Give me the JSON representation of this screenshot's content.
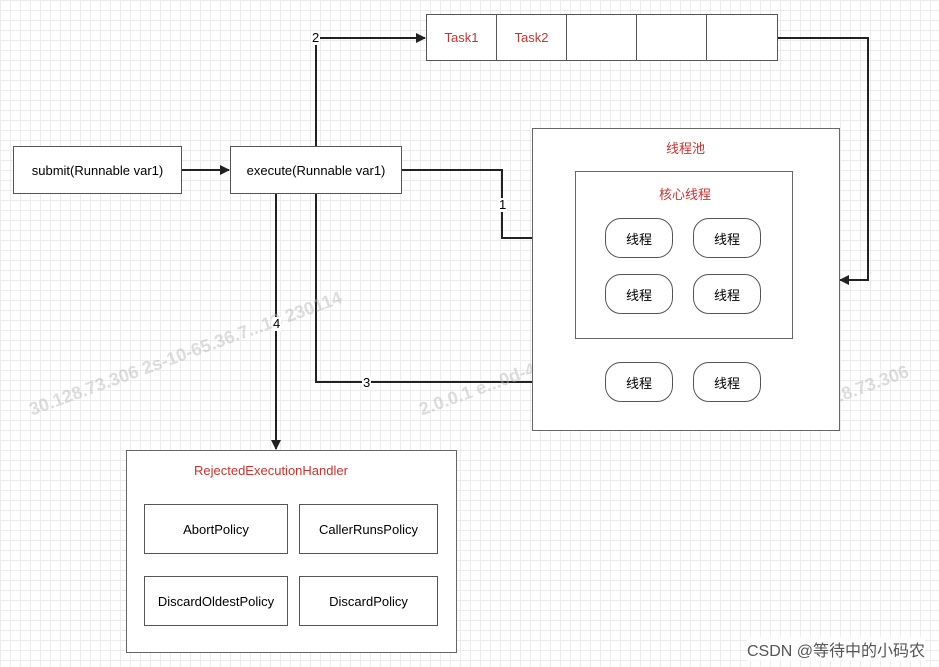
{
  "nodes": {
    "submit": "submit(Runnable var1)",
    "execute": "execute(Runnable var1)"
  },
  "queue": {
    "cells": [
      "Task1",
      "Task2",
      "",
      "",
      ""
    ]
  },
  "pool": {
    "title": "线程池",
    "core_title": "核心线程",
    "thread_label": "线程"
  },
  "handler": {
    "title": "RejectedExecutionHandler",
    "policies": [
      "AbortPolicy",
      "CallerRunsPolicy",
      "DiscardOldestPolicy",
      "DiscardPolicy"
    ]
  },
  "edges": {
    "label_1": "1",
    "label_2": "2",
    "label_3": "3",
    "label_4": "4"
  },
  "watermarks": [
    "30.128.73.306 2s-10-65.36.7...18 230114",
    "2.0.0.1 e...0d-45-25-89 230114",
    "30.128.73.306"
  ],
  "footer": "CSDN @等待中的小码农",
  "colors": {
    "accent_red": "#d0312d",
    "line": "#222222"
  }
}
